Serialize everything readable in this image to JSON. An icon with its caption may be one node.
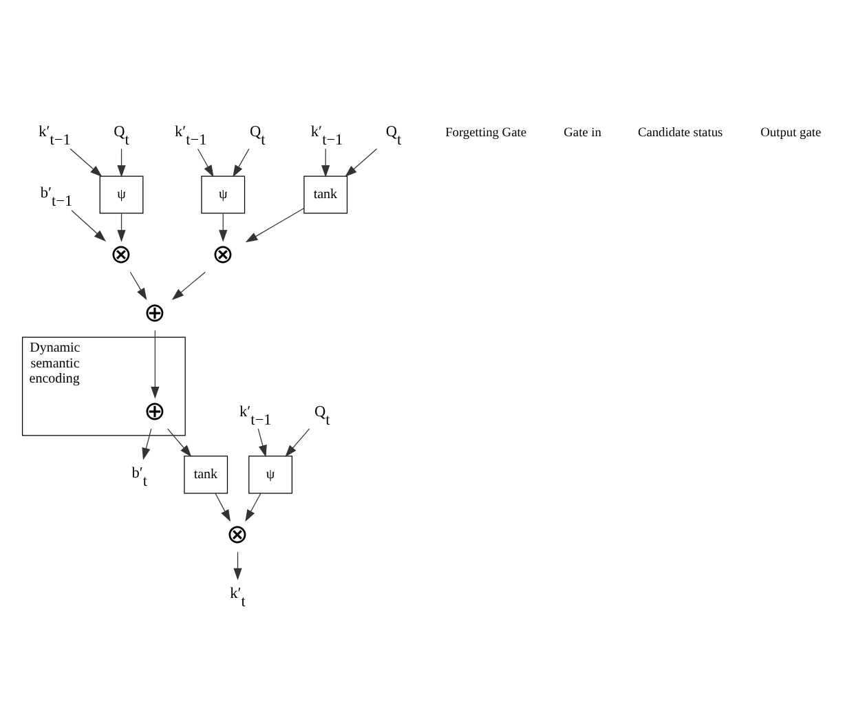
{
  "diagram": {
    "nodes": [
      {
        "text": [
          "b′$_{t−1}$"
        ]
      },
      {
        "text": [
          "⊗"
        ]
      },
      {
        "text": [
          "ψ"
        ]
      },
      {
        "text": [
          "k′$_{t−1}$"
        ]
      },
      {
        "text": [
          "Q$_{t}$"
        ]
      },
      {
        "text": [
          "⊕"
        ]
      },
      {
        "text": [
          "⊗"
        ]
      },
      {
        "text": [
          "ψ"
        ]
      },
      {
        "text": [
          "k′$_{t−1}$"
        ]
      },
      {
        "text": [
          "Q$_{t}$"
        ]
      },
      {
        "text": [
          "tank"
        ]
      },
      {
        "text": [
          "k′$_{t−1}$"
        ]
      },
      {
        "text": [
          "Q$_{t}$"
        ]
      },
      {
        "text": [
          "Dynamic semantic encoding"
        ]
      },
      {
        "text": [
          "⊕"
        ],
        "in": 13
      },
      {
        "text": [
          "tank"
        ]
      },
      {
        "text": [
          "⊗"
        ]
      },
      {
        "text": [
          "ψ"
        ]
      },
      {
        "text": [
          "k′$_{t−1}$"
        ]
      },
      {
        "text": [
          "Q$_{t}$"
        ]
      },
      {
        "text": [
          "b′$_{t}$"
        ]
      },
      {
        "text": [
          "k′$_{t}$"
        ]
      }
    ],
    "edges": [
      {
        "from": 0,
        "to": 1,
        "arrow": "to"
      },
      {
        "from": 3,
        "to": 2,
        "arrow": "to"
      },
      {
        "from": 4,
        "to": 2,
        "arrow": "to"
      },
      {
        "from": 2,
        "to": 1,
        "arrow": "to"
      },
      {
        "from": 1,
        "to": 5,
        "arrow": "to"
      },
      {
        "from": 8,
        "to": 7,
        "arrow": "to"
      },
      {
        "from": 9,
        "to": 7,
        "arrow": "to"
      },
      {
        "from": 7,
        "to": 6,
        "arrow": "to"
      },
      {
        "from": 11,
        "to": 10,
        "arrow": "to"
      },
      {
        "from": 12,
        "to": 10,
        "arrow": "to"
      },
      {
        "from": 10,
        "to": 6,
        "arrow": "to"
      },
      {
        "from": 6,
        "to": 5,
        "arrow": "to"
      },
      {
        "from": 5,
        "to": 14,
        "arrow": "to"
      },
      {
        "from": 14,
        "to": 15,
        "arrow": "to"
      },
      {
        "from": 15,
        "to": 16,
        "arrow": "to"
      },
      {
        "from": 18,
        "to": 17,
        "arrow": "to"
      },
      {
        "from": 19,
        "to": 17,
        "arrow": "to"
      },
      {
        "from": 17,
        "to": 16,
        "arrow": "to"
      },
      {
        "from": 16,
        "to": 21,
        "arrow": "to"
      },
      {
        "from": 14,
        "to": 20,
        "arrow": "to"
      }
    ],
    "labels": [
      "Forgetting Gate",
      "Gate in",
      "Candidate status",
      "Output gate"
    ]
  }
}
